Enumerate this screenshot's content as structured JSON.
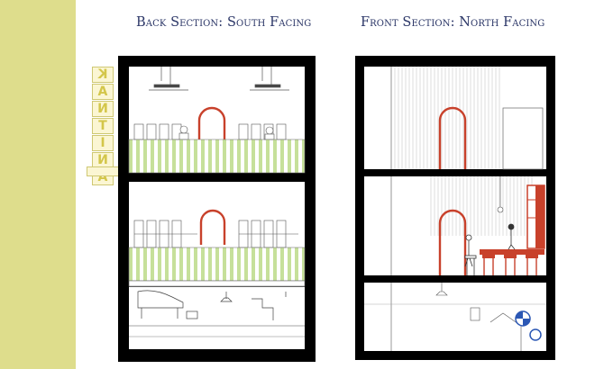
{
  "headings": {
    "back": "Back Section: South Facing",
    "front": "Front Section: North Facing"
  },
  "sign": {
    "letters": [
      "K",
      "A",
      "N",
      "T",
      "I",
      "N",
      "A"
    ],
    "sub_text": ""
  },
  "colors": {
    "side_strip": "#dedd8c",
    "heading": "#2a3566",
    "frame": "#000000",
    "arch": "#c8412b",
    "bar_counter": "#c8412b",
    "stripe_green": "#c6e09a",
    "stool_blue": "#2b57b4"
  }
}
